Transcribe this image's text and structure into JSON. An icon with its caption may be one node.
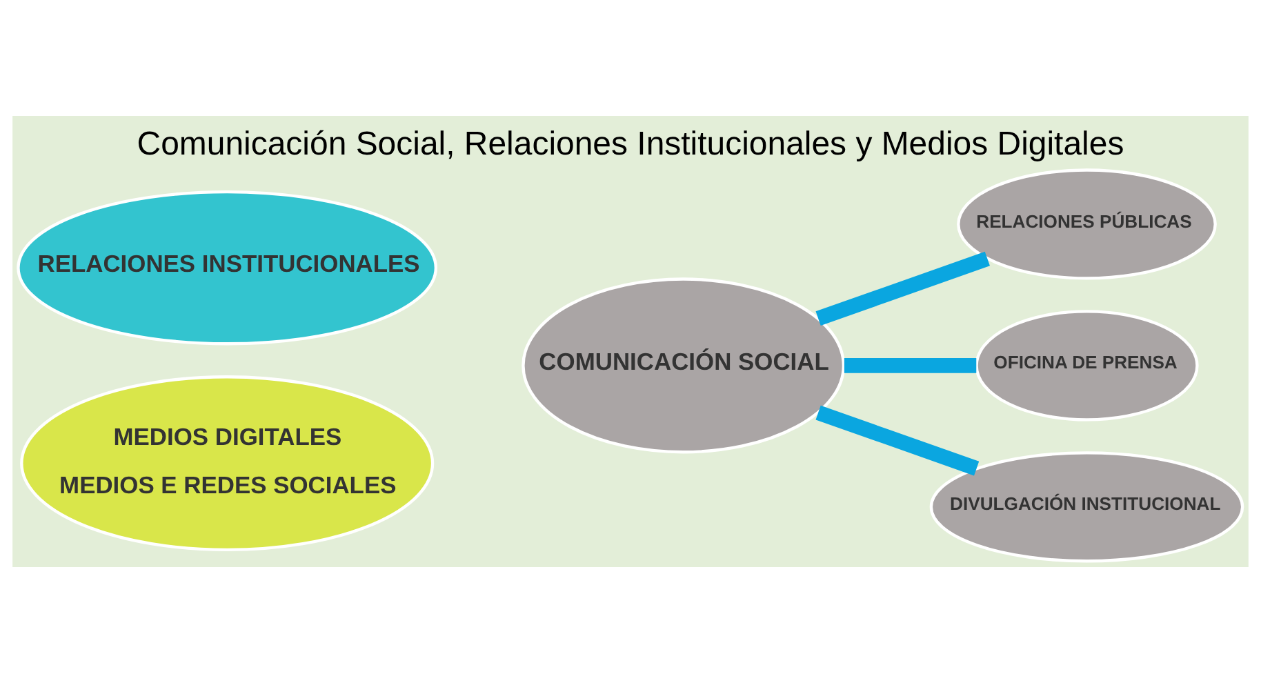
{
  "diagram": {
    "title": "Comunicación Social, Relaciones Institucionales y Medios Digitales",
    "nodes": [
      {
        "text": [
          "RELACIONES INSTITUCIONALES"
        ]
      },
      {
        "text": [
          "MEDIOS DIGITALES",
          "MEDIOS E REDES SOCIALES"
        ]
      },
      {
        "text": [
          "COMUNICACIÓN SOCIAL"
        ]
      },
      {
        "text": [
          "RELACIONES PÚBLICAS"
        ]
      },
      {
        "text": [
          "OFICINA DE PRENSA"
        ]
      },
      {
        "text": [
          "DIVULGACIÓN INSTITUCIONAL"
        ]
      }
    ],
    "edges": [
      {
        "from": 2,
        "to": 3,
        "arrow": "none"
      },
      {
        "from": 2,
        "to": 4,
        "arrow": "none"
      },
      {
        "from": 2,
        "to": 5,
        "arrow": "none"
      }
    ]
  }
}
